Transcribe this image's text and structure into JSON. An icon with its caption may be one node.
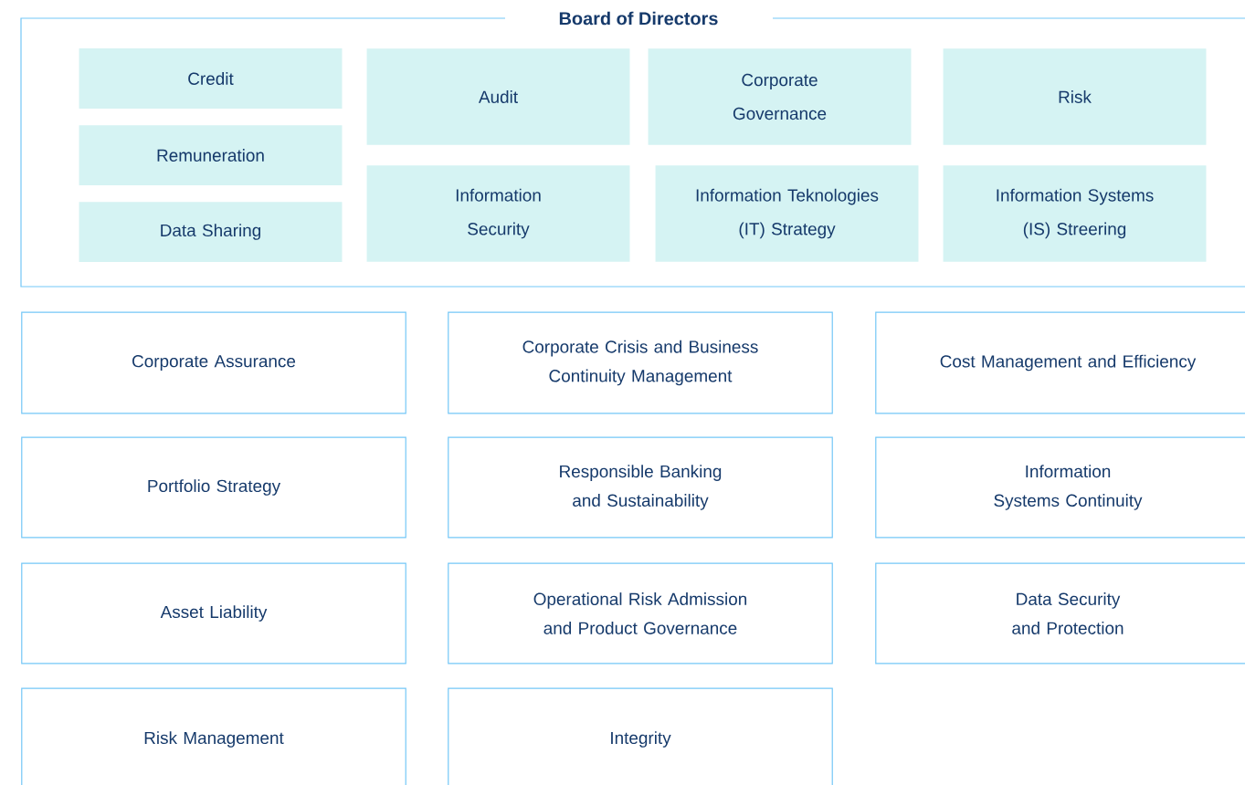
{
  "diagram": {
    "nodes": [
      {
        "text": [
          "Board of Directors"
        ]
      },
      {
        "text": [
          "Credit"
        ],
        "in": 0
      },
      {
        "text": [
          "Audit"
        ],
        "in": 0
      },
      {
        "text": [
          "Corporate Governance"
        ],
        "in": 0
      },
      {
        "text": [
          "Risk"
        ],
        "in": 0
      },
      {
        "text": [
          "Remuneration"
        ],
        "in": 0
      },
      {
        "text": [
          "Information Security"
        ],
        "in": 0
      },
      {
        "text": [
          "Information Teknologies (IT) Strategy"
        ],
        "in": 0
      },
      {
        "text": [
          "Information Systems (IS) Streering"
        ],
        "in": 0
      },
      {
        "text": [
          "Data Sharing"
        ],
        "in": 0
      },
      {
        "text": [
          "Corporate Assurance"
        ]
      },
      {
        "text": [
          "Corporate Crisis and Business Continuity Management"
        ]
      },
      {
        "text": [
          "Cost Management and Efficiency"
        ]
      },
      {
        "text": [
          "Portfolio Strategy"
        ]
      },
      {
        "text": [
          "Responsible Banking and Sustainability"
        ]
      },
      {
        "text": [
          "Information Systems Continuity"
        ]
      },
      {
        "text": [
          "Asset Liability"
        ]
      },
      {
        "text": [
          "Operational Risk Admission and Product Governance"
        ]
      },
      {
        "text": [
          "Data Security and Protection"
        ]
      },
      {
        "text": [
          "Risk Management"
        ]
      },
      {
        "text": [
          "Integrity"
        ]
      }
    ]
  }
}
